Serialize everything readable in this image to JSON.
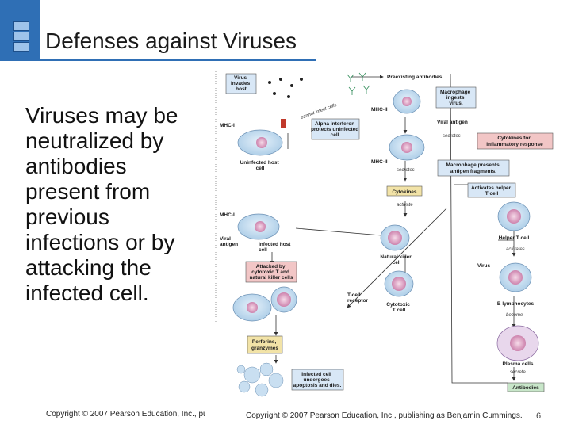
{
  "slide": {
    "title": "Defenses against Viruses",
    "body": "Viruses may be neutralized by antibodies present from previous infections or by attacking the infected cell.",
    "copyright_left": "Copyright © 2007 Pearson Education, Inc., pu",
    "copyright_figure": "Copyright © 2007 Pearson Education, Inc., publishing as Benjamin Cummings.",
    "page_number": "6"
  },
  "figure": {
    "virus_invades_host": [
      "Virus",
      "invades",
      "host"
    ],
    "preexisting_antibodies": "Preexisting antibodies",
    "cannot_infect_cells": "cannot infect cells",
    "mhc_ii_top": "MHC-II",
    "macrophage_ingests": [
      "Macrophage",
      "ingests",
      "virus."
    ],
    "mhc_i_top": "MHC-I",
    "alpha_interferon": [
      "Alpha interferon",
      "protects uninfected",
      "cell."
    ],
    "viral_antigen_right": "Viral antigen",
    "secretes_1": "secretes",
    "cytokines_inflammatory": [
      "Cytokines for",
      "inflammatory response"
    ],
    "uninfected_host_cell": [
      "Uninfected host",
      "cell"
    ],
    "mhc_ii_mid": "MHC-II",
    "secretes_2": "secretes",
    "macrophage_presents": [
      "Macrophage presents",
      "antigen fragments."
    ],
    "activates_helper": [
      "Activates helper",
      "T cell"
    ],
    "cytokines": "Cytokines",
    "activate": "activate",
    "mhc_i_mid": "MHC-I",
    "viral_antigen_left": [
      "Viral",
      "antigen"
    ],
    "infected_host_cell": [
      "Infected host",
      "cell"
    ],
    "helper_t_cell": "Helper T cell",
    "natural_killer_cell": [
      "Natural killer",
      "cell"
    ],
    "activates": "activates",
    "attacked_by": [
      "Attacked by",
      "cytotoxic T and",
      "natural killer cells"
    ],
    "virus": "Virus",
    "t_cell_receptor": [
      "T-cell",
      "receptor"
    ],
    "cytotoxic_t_cell": [
      "Cytotoxic",
      "T cell"
    ],
    "b_lymphocytes": "B lymphocytes",
    "become": "become",
    "perforins": [
      "Perforins,",
      "granzymes"
    ],
    "plasma_cells": "Plasma cells",
    "secrete": "secrete",
    "infected_cell_undergoes": [
      "Infected cell",
      "undergoes",
      "apoptosis and dies."
    ],
    "antibodies": "Antibodies"
  }
}
